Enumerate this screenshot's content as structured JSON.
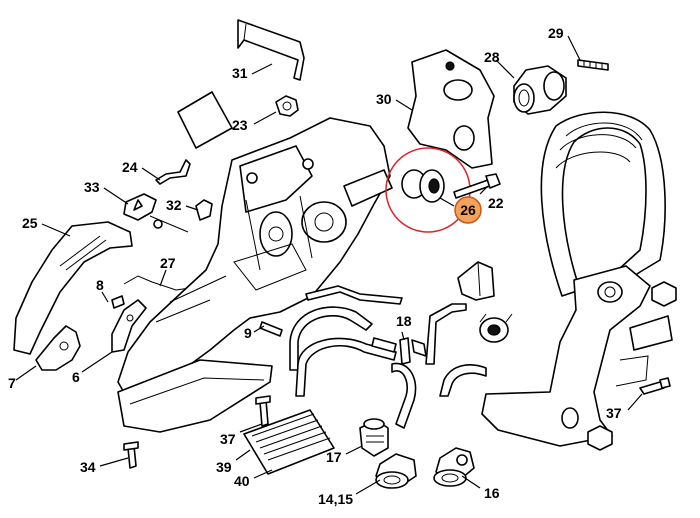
{
  "highlight": {
    "part": "26",
    "circle_color": "#d9262c",
    "badge_fill": "#f3a35a",
    "badge_stroke": "#c8541a"
  },
  "callouts": {
    "c31": "31",
    "c23": "23",
    "c24": "24",
    "c33": "33",
    "c32": "32",
    "c25": "25",
    "c27": "27",
    "c8": "8",
    "c7": "7",
    "c6": "6",
    "c9": "9",
    "c30": "30",
    "c28": "28",
    "c29": "29",
    "c22": "22",
    "c26": "26",
    "c18": "18",
    "c37a": "37",
    "c39": "39",
    "c40": "40",
    "c34": "34",
    "c17": "17",
    "c1415": "14,15",
    "c16": "16",
    "c37b": "37"
  }
}
